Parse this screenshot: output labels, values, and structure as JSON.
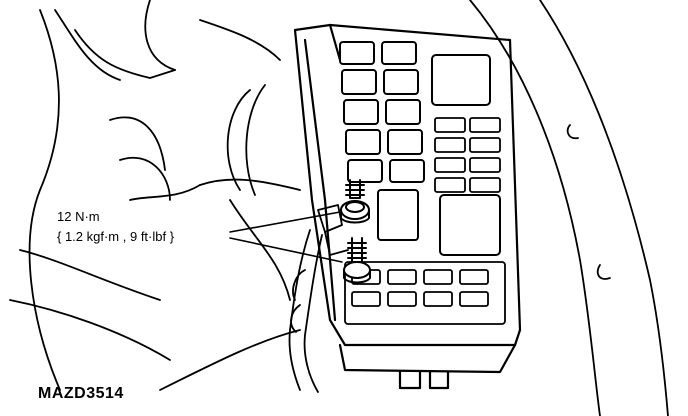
{
  "diagram": {
    "torque_spec": {
      "line1": "12 N·m",
      "line2": "{ 1.2 kgf·m , 9 ft·lbf }"
    },
    "figure_code": "MAZD3514",
    "callout_targets": [
      "upper-bolt",
      "lower-bolt"
    ],
    "line_color": "#000000",
    "background_color": "#ffffff"
  }
}
